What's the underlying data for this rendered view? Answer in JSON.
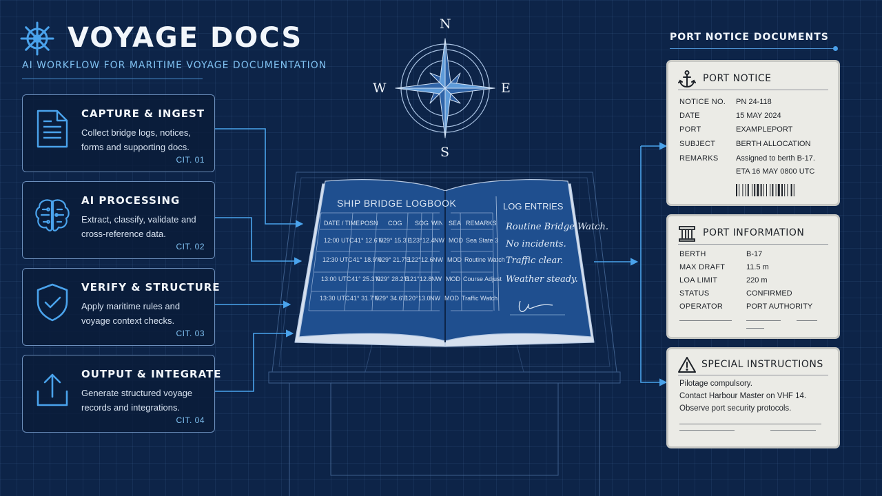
{
  "header": {
    "title": "VOYAGE DOCS",
    "subtitle": "AI WORKFLOW FOR MARITIME VOYAGE DOCUMENTATION"
  },
  "workflow": [
    {
      "title": "CAPTURE & INGEST",
      "line1": "Collect bridge logs, notices,",
      "line2": "forms and supporting docs.",
      "cit": "CIT. 01",
      "icon": "document-icon"
    },
    {
      "title": "AI PROCESSING",
      "line1": "Extract, classify, validate and",
      "line2": "cross-reference data.",
      "cit": "CIT. 02",
      "icon": "brain-icon"
    },
    {
      "title": "VERIFY & STRUCTURE",
      "line1": "Apply maritime rules and",
      "line2": "voyage context checks.",
      "cit": "CIT. 03",
      "icon": "shield-check-icon"
    },
    {
      "title": "OUTPUT & INTEGRATE",
      "line1": "Generate structured voyage",
      "line2": "records and integrations.",
      "cit": "CIT. 04",
      "icon": "upload-icon"
    }
  ],
  "compass": {
    "n": "N",
    "s": "S",
    "e": "E",
    "w": "W"
  },
  "logbook": {
    "title": "SHIP BRIDGE LOGBOOK",
    "headers": [
      "DATE / TIME",
      "POSN",
      "COG",
      "SOG",
      "WIND",
      "SEA",
      "REMARKS"
    ],
    "rows": [
      [
        "12:00 UTC",
        "41° 12.6'N",
        "029° 15.3'E",
        "123°",
        "12.4",
        "NW",
        "MOD",
        "Sea State 3"
      ],
      [
        "12:30 UTC",
        "41° 18.9'N",
        "029° 21.7'E",
        "122°",
        "12.6",
        "NW",
        "MOD",
        "Routine Watch"
      ],
      [
        "13:00 UTC",
        "41° 25.3'N",
        "029° 28.2'E",
        "121°",
        "12.8",
        "NW",
        "MOD",
        "Course Adjust"
      ],
      [
        "13:30 UTC",
        "41° 31.7'N",
        "029° 34.6'E",
        "120°",
        "13.0",
        "NW",
        "MOD",
        "Traffic Watch"
      ]
    ],
    "log_title": "LOG ENTRIES",
    "log_lines": [
      "Routine Bridge Watch.",
      "No incidents.",
      "Traffic clear.",
      "Weather steady."
    ]
  },
  "documents": {
    "heading": "PORT NOTICE DOCUMENTS",
    "port_notice": {
      "title": "PORT NOTICE",
      "fields": [
        {
          "label": "NOTICE NO.",
          "value": "PN 24-118"
        },
        {
          "label": "DATE",
          "value": "15 MAY 2024"
        },
        {
          "label": "PORT",
          "value": "EXAMPLEPORT"
        },
        {
          "label": "SUBJECT",
          "value": "BERTH ALLOCATION"
        },
        {
          "label": "REMARKS",
          "value": "Assigned to berth B-17.",
          "value2": "ETA 16 MAY 0800 UTC"
        }
      ]
    },
    "port_information": {
      "title": "PORT INFORMATION",
      "fields": [
        {
          "label": "BERTH",
          "value": "B-17"
        },
        {
          "label": "MAX DRAFT",
          "value": "11.5 m"
        },
        {
          "label": "LOA LIMIT",
          "value": "220 m"
        },
        {
          "label": "STATUS",
          "value": "CONFIRMED"
        },
        {
          "label": "OPERATOR",
          "value": "PORT AUTHORITY"
        }
      ]
    },
    "special_instructions": {
      "title": "SPECIAL INSTRUCTIONS",
      "lines": [
        "Pilotage compulsory.",
        "Contact Harbour Master on VHF 14.",
        "Observe port security protocols."
      ]
    }
  },
  "colors": {
    "background": "#0d2448",
    "accent": "#4a9fe8",
    "card_border": "#6c8fbc",
    "paper": "#ebebe6"
  }
}
